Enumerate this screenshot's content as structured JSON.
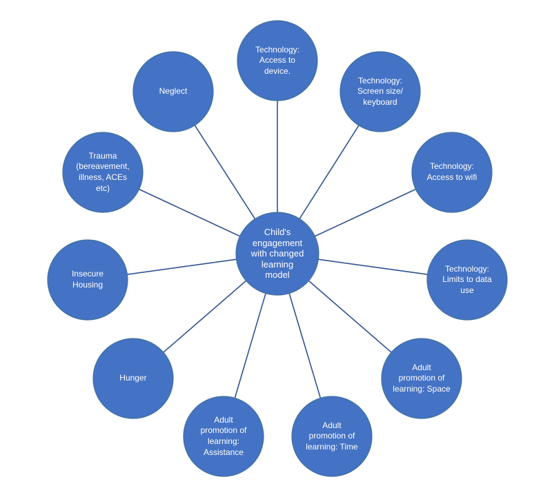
{
  "colors": {
    "node_fill": "#4472c4",
    "connector": "#2f528f",
    "text": "#ffffff"
  },
  "center": {
    "label": "Child's\nengagement\nwith changed\nlearning\nmodel"
  },
  "nodes": [
    {
      "id": "technology-access-device",
      "label": "Technology:\nAccess to\ndevice."
    },
    {
      "id": "technology-screen-size",
      "label": "Technology:\nScreen size/\nkeyboard"
    },
    {
      "id": "technology-access-wifi",
      "label": "Technology:\nAccess to wifi"
    },
    {
      "id": "technology-data-limits",
      "label": "Technology:\nLimits to data\nuse"
    },
    {
      "id": "adult-promotion-space",
      "label": "Adult\npromotion of\nlearning: Space"
    },
    {
      "id": "adult-promotion-time",
      "label": "Adult\npromotion of\nlearning: Time"
    },
    {
      "id": "adult-promotion-assistance",
      "label": "Adult\npromotion of\nlearning:\nAssistance"
    },
    {
      "id": "hunger",
      "label": "Hunger"
    },
    {
      "id": "insecure-housing",
      "label": "Insecure\nHousing"
    },
    {
      "id": "trauma",
      "label": "Trauma\n(bereavement,\nillness, ACEs\netc)"
    },
    {
      "id": "neglect",
      "label": "Neglect"
    }
  ]
}
